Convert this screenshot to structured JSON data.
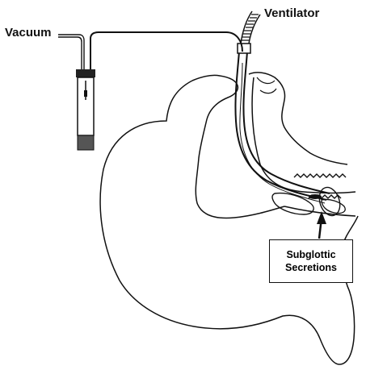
{
  "labels": {
    "vacuum": "Vacuum",
    "ventilator": "Ventilator",
    "callout_line1": "Subglottic",
    "callout_line2": "Secretions"
  },
  "colors": {
    "stroke": "#111111",
    "background": "#ffffff",
    "canister_band": "#222222",
    "canister_base": "#555555"
  }
}
